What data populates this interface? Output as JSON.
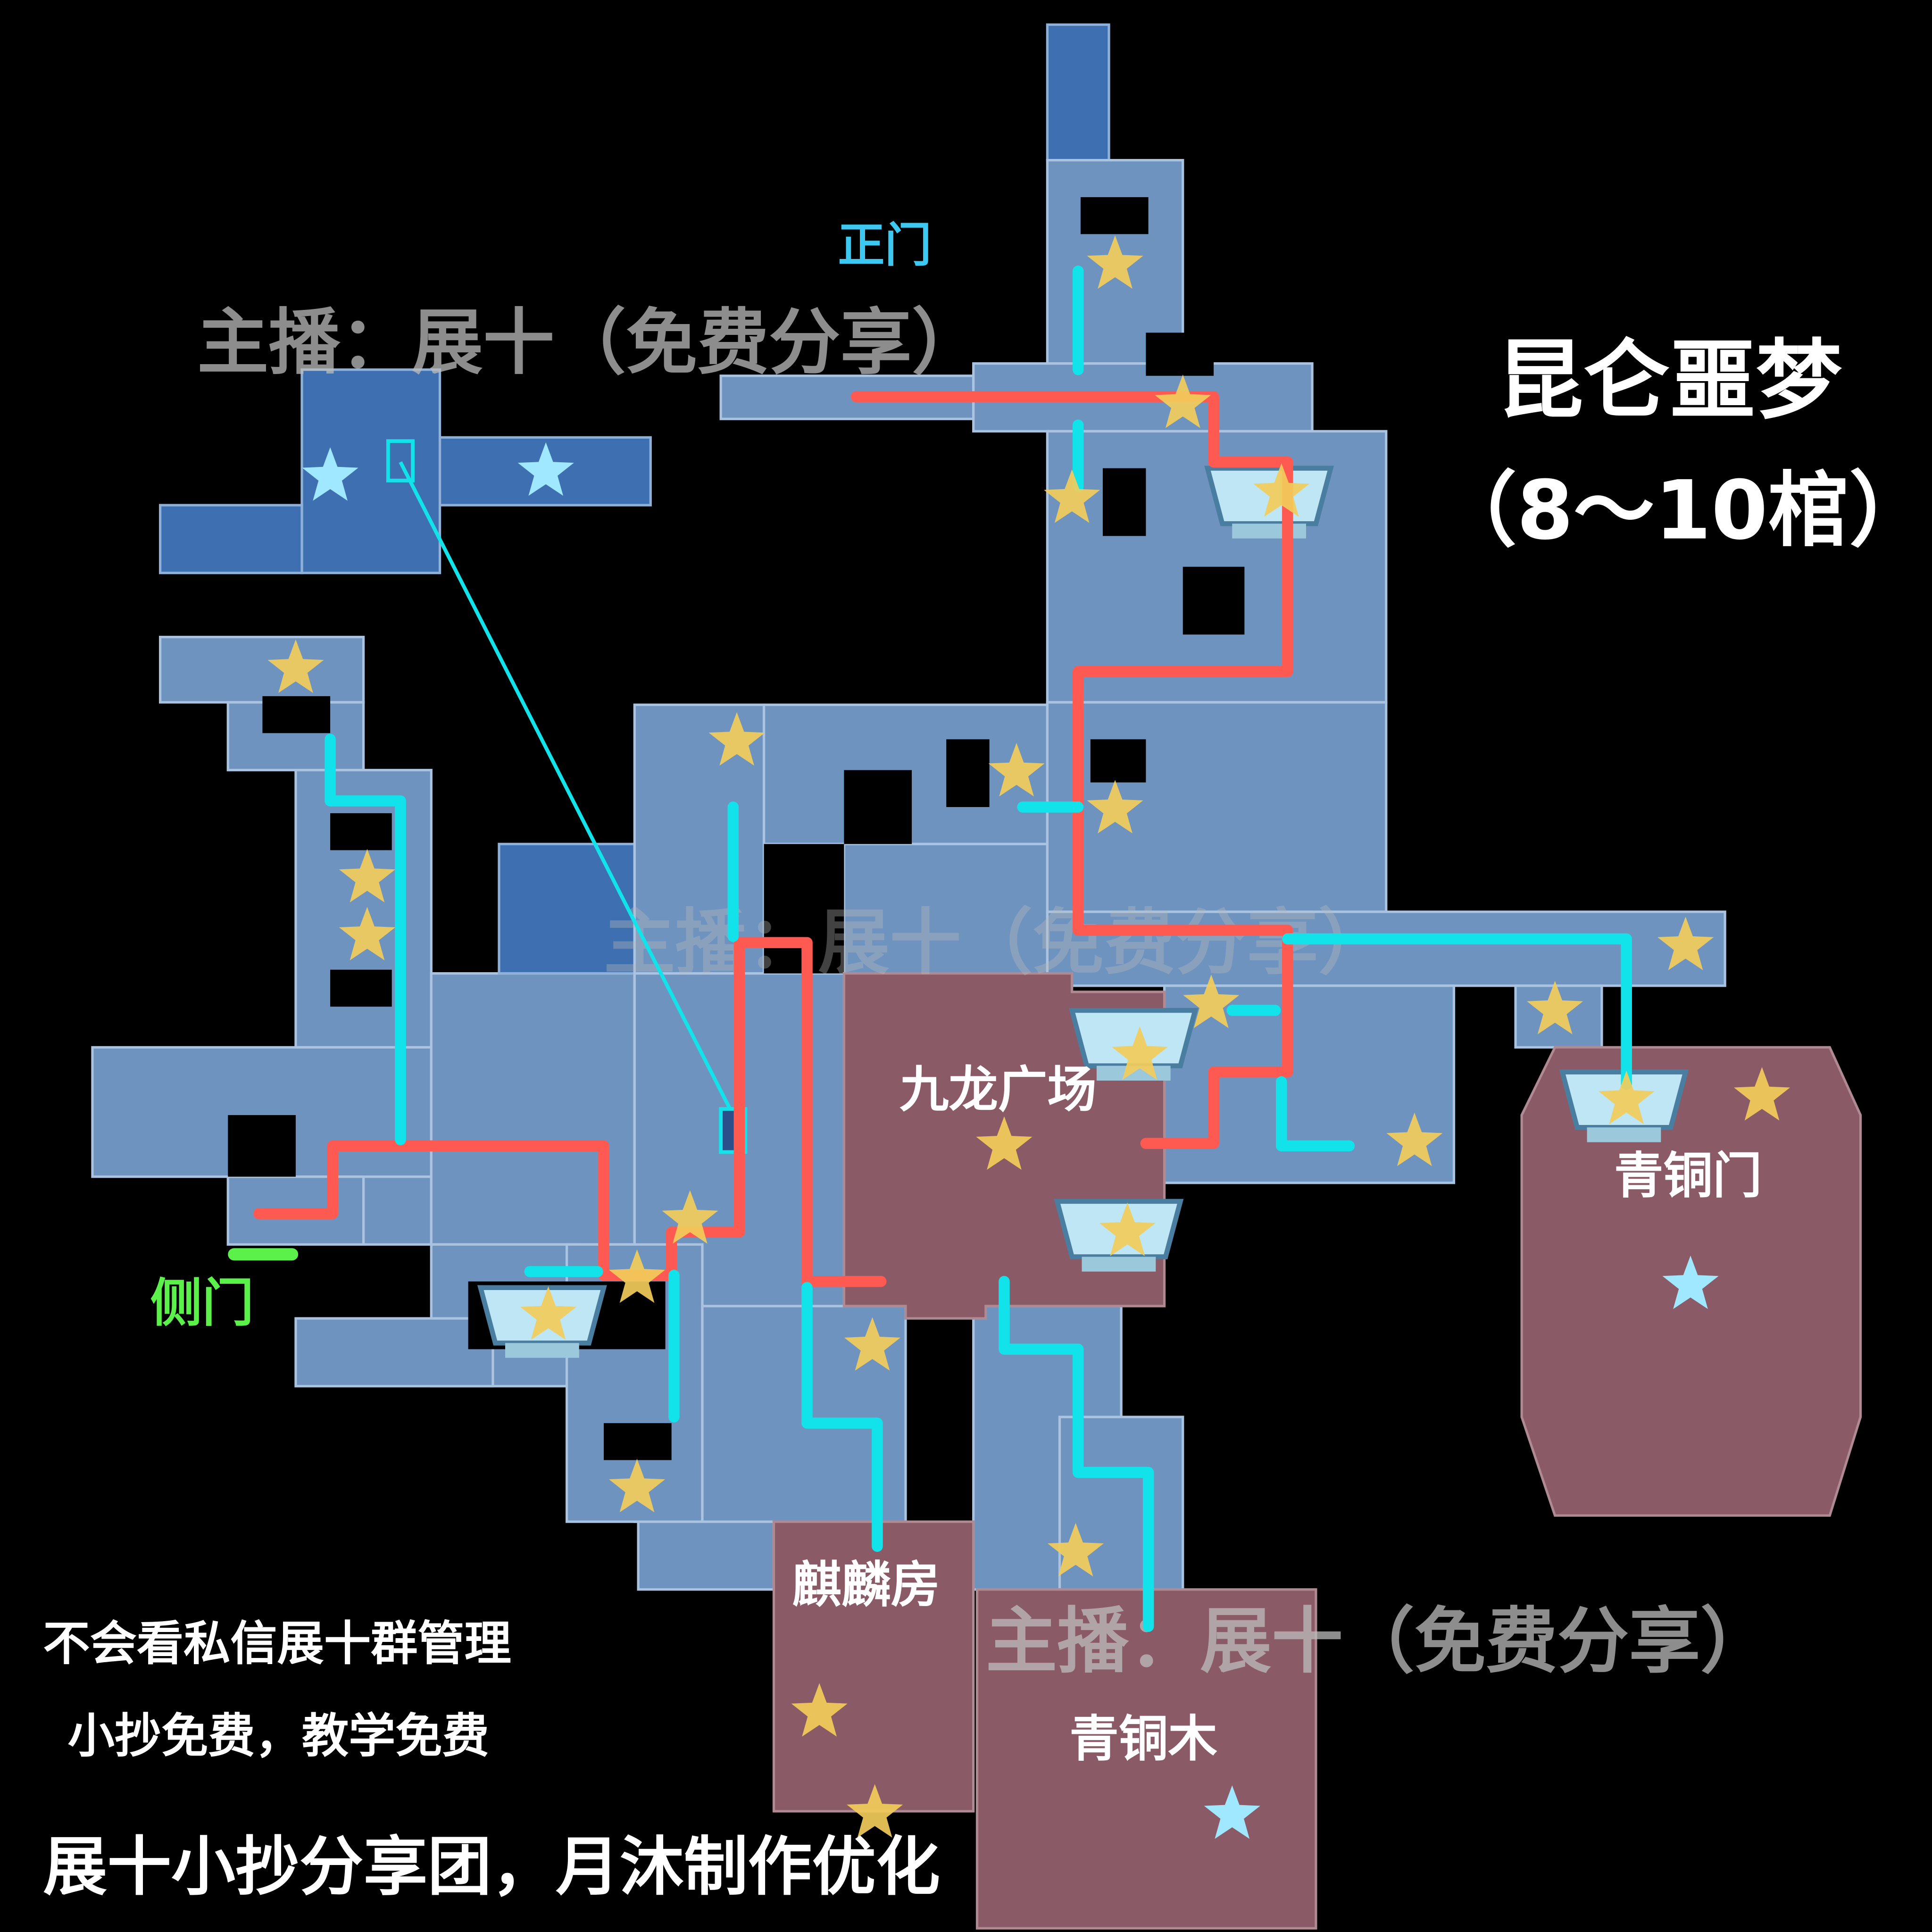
{
  "title": {
    "line1": "昆仑噩梦",
    "line2": "（8～10棺）"
  },
  "watermark": "主播：展十（免费分享）",
  "labels": {
    "main_gate": "正门",
    "side_gate": "侧门",
    "nine_dragon_plaza": "九龙广场",
    "bronze_gate": "青铜门",
    "qilin_room": "麒麟房",
    "bronze_wood": "青铜木"
  },
  "footer": {
    "line1": "不会看私信展十群管理",
    "line2": "小抄免费，教学免费",
    "line3": "展十小抄分享团，月沐制作优化"
  },
  "colors": {
    "route_red": "#ff5a52",
    "route_cyan": "#12e3ea",
    "side_gate": "#5cf04a",
    "star": "#f2cc5a",
    "star_special": "#9fe8ff"
  }
}
